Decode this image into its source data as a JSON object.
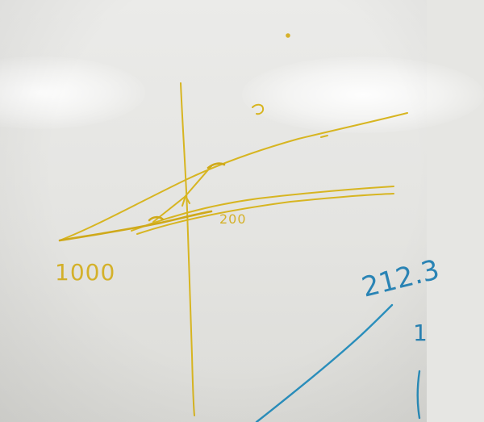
{
  "whiteboard": {
    "labels": {
      "left_value": "1000",
      "mid_value": "200",
      "right_value": "212.3",
      "right_partial": "1"
    },
    "colors": {
      "yellow_marker": "#d7b521",
      "blue_marker": "#2a8fbd",
      "board": "#e6e6e3"
    }
  }
}
